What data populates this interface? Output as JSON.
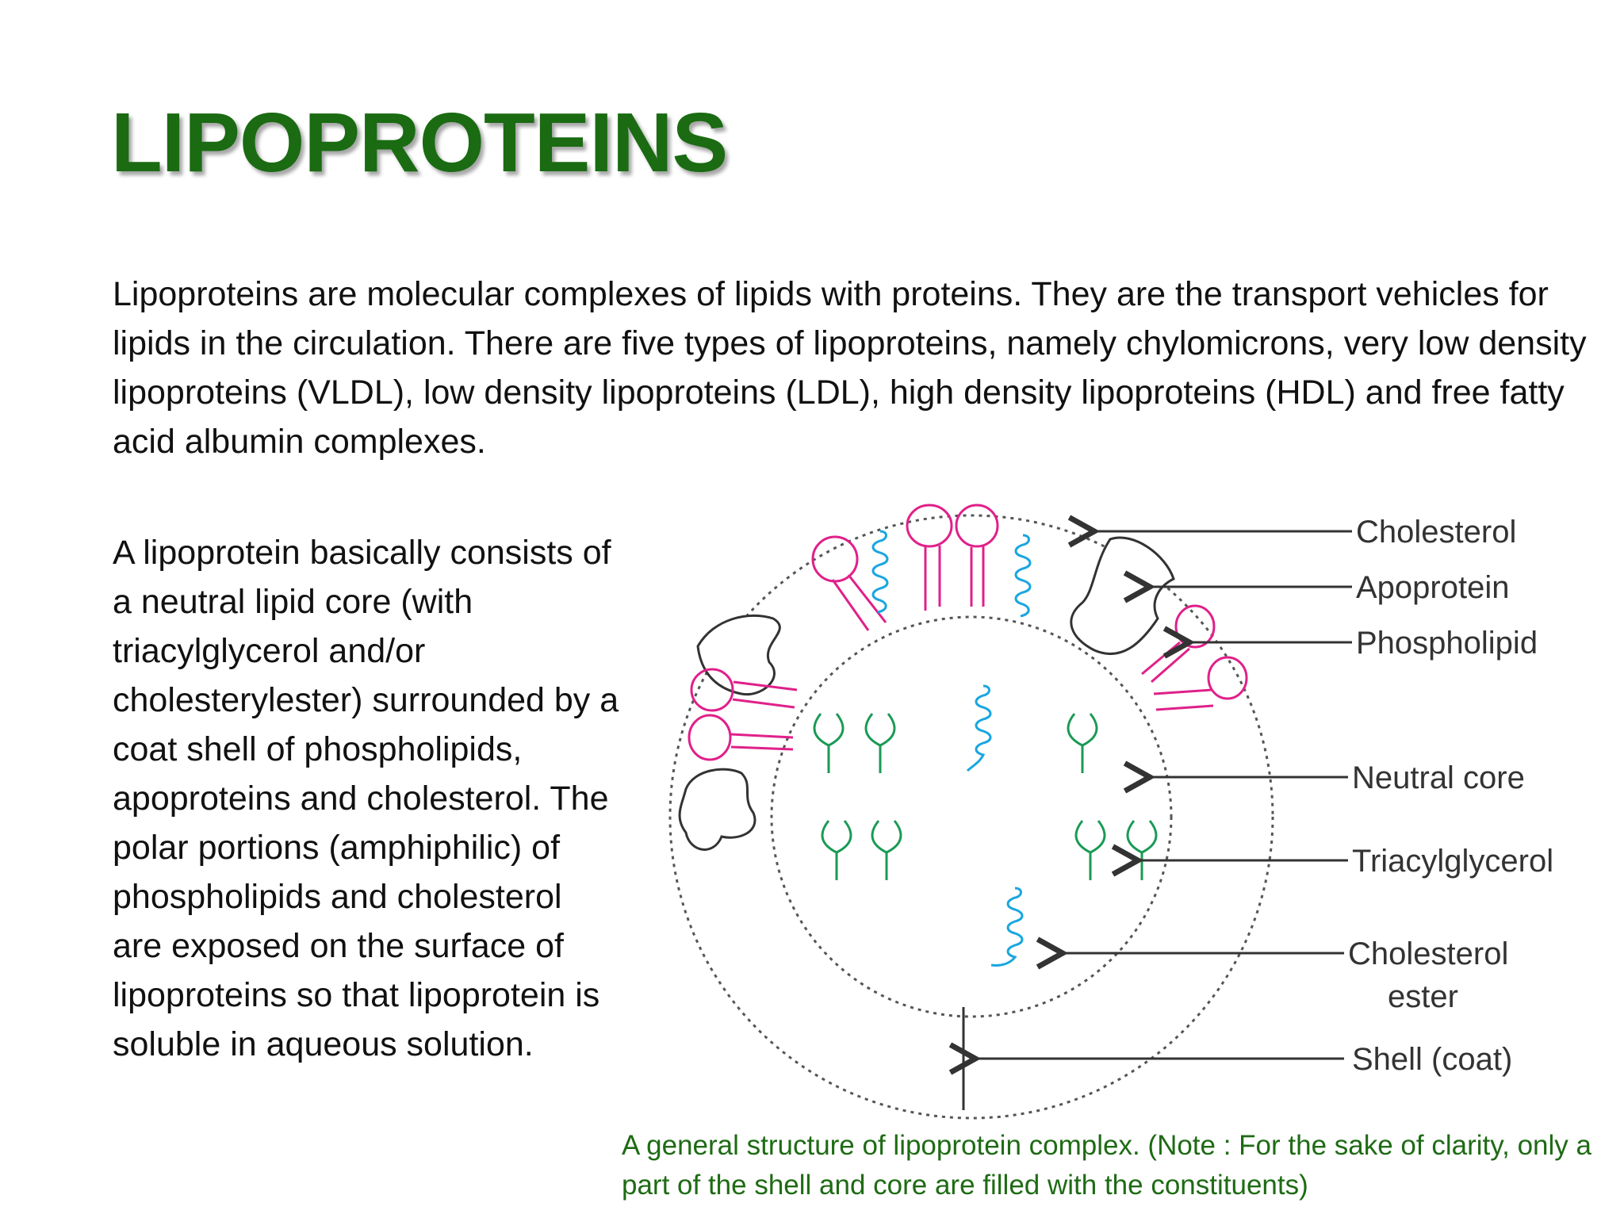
{
  "title": "LIPOPROTEINS",
  "intro": "Lipoproteins are molecular complexes of lipids with proteins. They are the transport vehicles for lipids in the circulation. There are five types of lipoproteins, namely chylomicrons, very low density lipoproteins (VLDL), low density lipoproteins (LDL), high density lipoproteins (HDL) and free fatty acid albumin complexes.",
  "body": "A lipoprotein basically consists of a neutral lipid core (with triacylglycerol and/or cholesterylester) surrounded by a coat shell of phospholipids, apoproteins and cholesterol. The polar portions (amphiphilic) of phospholipids and cholesterol are exposed on the surface of lipoproteins so that lipoprotein is soluble in aqueous solution.",
  "diagram": {
    "labels": {
      "cholesterol": "Cholesterol",
      "apoprotein": "Apoprotein",
      "phospholipid": "Phospholipid",
      "neutral_core": "Neutral core",
      "triacylglycerol": "Triacylglycerol",
      "cholesterol_ester_1": "Cholesterol",
      "cholesterol_ester_2": "ester",
      "shell": "Shell (coat)"
    },
    "colors": {
      "phospholipid": "#e0208a",
      "apoprotein_coil": "#1aa6e0",
      "triacylglycerol": "#1a9a55",
      "outline": "#333333"
    }
  },
  "caption": "A general structure of lipoprotein complex. (Note : For the sake of clarity, only a part of the shell and core are filled with the constituents)"
}
